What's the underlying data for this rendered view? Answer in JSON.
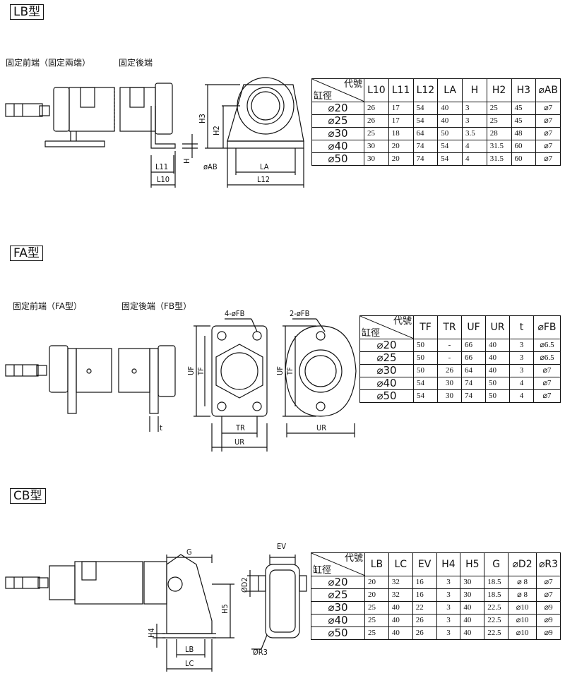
{
  "sections": [
    {
      "title": "LB型",
      "captions": [
        "固定前端（固定兩端）",
        "固定後端"
      ],
      "dims": [
        "H3",
        "H2",
        "H",
        "L11",
        "L10",
        "øAB",
        "LA",
        "L12"
      ],
      "table": {
        "corner_top": "代號",
        "corner_bottom": "缸徑",
        "headers": [
          "L10",
          "L11",
          "L12",
          "LA",
          "H",
          "H2",
          "H3",
          "⌀AB"
        ],
        "rows": [
          {
            "bore": "⌀20",
            "cells": [
              "26",
              "17",
              "54",
              "40",
              "3",
              "25",
              "45",
              "⌀7"
            ]
          },
          {
            "bore": "⌀25",
            "cells": [
              "26",
              "17",
              "54",
              "40",
              "3",
              "25",
              "45",
              "⌀7"
            ]
          },
          {
            "bore": "⌀30",
            "cells": [
              "25",
              "18",
              "64",
              "50",
              "3.5",
              "28",
              "48",
              "⌀7"
            ]
          },
          {
            "bore": "⌀40",
            "cells": [
              "30",
              "20",
              "74",
              "54",
              "4",
              "31.5",
              "60",
              "⌀7"
            ]
          },
          {
            "bore": "⌀50",
            "cells": [
              "30",
              "20",
              "74",
              "54",
              "4",
              "31.5",
              "60",
              "⌀7"
            ]
          }
        ]
      }
    },
    {
      "title": "FA型",
      "captions": [
        "固定前端（FA型）",
        "固定後端（FB型）"
      ],
      "dims": [
        "t",
        "4-øFB",
        "2-øFB",
        "UF",
        "TF",
        "UF",
        "TF",
        "TR",
        "UR",
        "UR"
      ],
      "table": {
        "corner_top": "代號",
        "corner_bottom": "缸徑",
        "headers": [
          "TF",
          "TR",
          "UF",
          "UR",
          "t",
          "⌀FB"
        ],
        "rows": [
          {
            "bore": "⌀20",
            "cells": [
              "50",
              "-",
              "66",
              "40",
              "3",
              "⌀6.5"
            ]
          },
          {
            "bore": "⌀25",
            "cells": [
              "50",
              "-",
              "66",
              "40",
              "3",
              "⌀6.5"
            ]
          },
          {
            "bore": "⌀30",
            "cells": [
              "50",
              "26",
              "64",
              "40",
              "3",
              "⌀7"
            ]
          },
          {
            "bore": "⌀40",
            "cells": [
              "54",
              "30",
              "74",
              "50",
              "4",
              "⌀7"
            ]
          },
          {
            "bore": "⌀50",
            "cells": [
              "54",
              "30",
              "74",
              "50",
              "4",
              "⌀7"
            ]
          }
        ]
      }
    },
    {
      "title": "CB型",
      "captions": [],
      "dims": [
        "G",
        "H5",
        "H4",
        "LB",
        "LC",
        "EV",
        "ØD2",
        "ØR3"
      ],
      "table": {
        "corner_top": "代號",
        "corner_bottom": "缸徑",
        "headers": [
          "LB",
          "LC",
          "EV",
          "H4",
          "H5",
          "G",
          "⌀D2",
          "⌀R3"
        ],
        "rows": [
          {
            "bore": "⌀20",
            "cells": [
              "20",
              "32",
              "16",
              "3",
              "30",
              "18.5",
              "⌀ 8",
              "⌀7"
            ]
          },
          {
            "bore": "⌀25",
            "cells": [
              "20",
              "32",
              "16",
              "3",
              "30",
              "18.5",
              "⌀ 8",
              "⌀7"
            ]
          },
          {
            "bore": "⌀30",
            "cells": [
              "25",
              "40",
              "22",
              "3",
              "40",
              "22.5",
              "⌀10",
              "⌀9"
            ]
          },
          {
            "bore": "⌀40",
            "cells": [
              "25",
              "40",
              "26",
              "3",
              "40",
              "22.5",
              "⌀10",
              "⌀9"
            ]
          },
          {
            "bore": "⌀50",
            "cells": [
              "25",
              "40",
              "26",
              "3",
              "40",
              "22.5",
              "⌀10",
              "⌀9"
            ]
          }
        ]
      }
    }
  ]
}
